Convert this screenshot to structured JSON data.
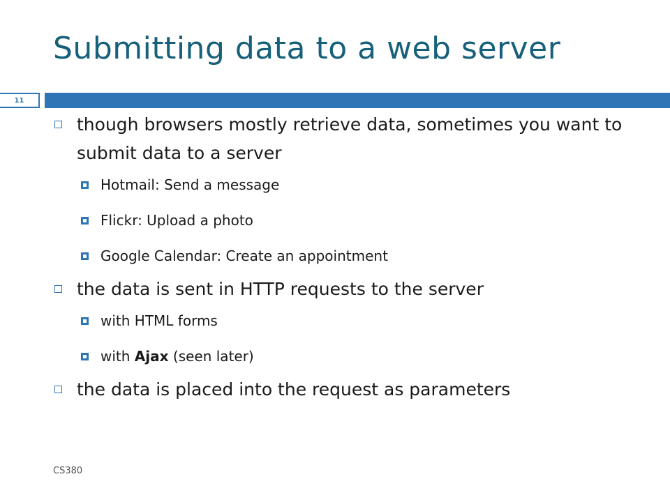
{
  "slide": {
    "title": "Submitting data to a web server",
    "number": "11",
    "footer": "CS380"
  },
  "bullets": [
    {
      "text": "though browsers mostly retrieve data, sometimes you want to submit data to a server",
      "sub": [
        "Hotmail: Send a message",
        "Flickr: Upload a photo",
        "Google Calendar: Create an appointment"
      ]
    },
    {
      "text": "the data is sent in HTTP requests to the server",
      "sub": [
        "with HTML forms",
        {
          "before": "with ",
          "bold": "Ajax",
          "after": " (seen later)"
        }
      ]
    },
    {
      "text": "the data is placed into the request as parameters"
    }
  ],
  "colors": {
    "title": "#17607a",
    "accent": "#2e75b6"
  }
}
